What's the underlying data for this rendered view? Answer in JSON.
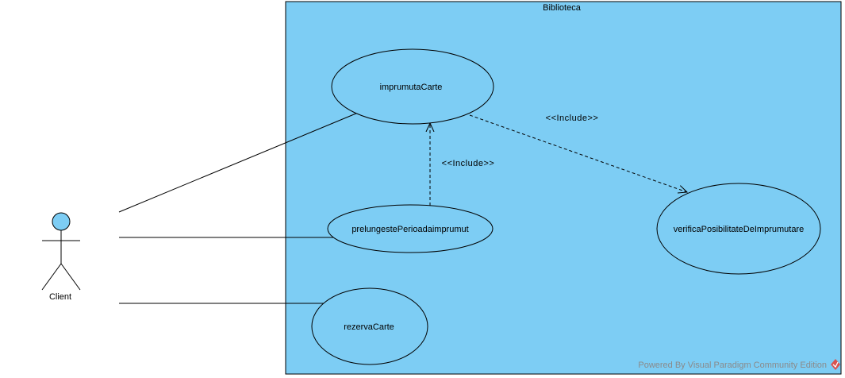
{
  "system": {
    "title": "Biblioteca",
    "fill": "#7dcdf4",
    "stroke": "#000000"
  },
  "actor": {
    "label": "Client",
    "head_fill": "#7dcdf4",
    "icon": "stick-figure-icon"
  },
  "use_cases": {
    "imprumuta": "imprumutaCarte",
    "prelungeste": "prelungestePerioadaimprumut",
    "verifica": "verificaPosibilitateDeImprumutare",
    "rezerva": "rezervaCarte",
    "fill": "#7dcdf4"
  },
  "relations": {
    "include_1": "<<Include>>",
    "include_2": "<<Include>>"
  },
  "watermark": {
    "text": "Powered By Visual Paradigm Community Edition",
    "icon": "visual-paradigm-logo-icon",
    "color": "#8a8a8a",
    "logo_color": "#d9534f"
  }
}
